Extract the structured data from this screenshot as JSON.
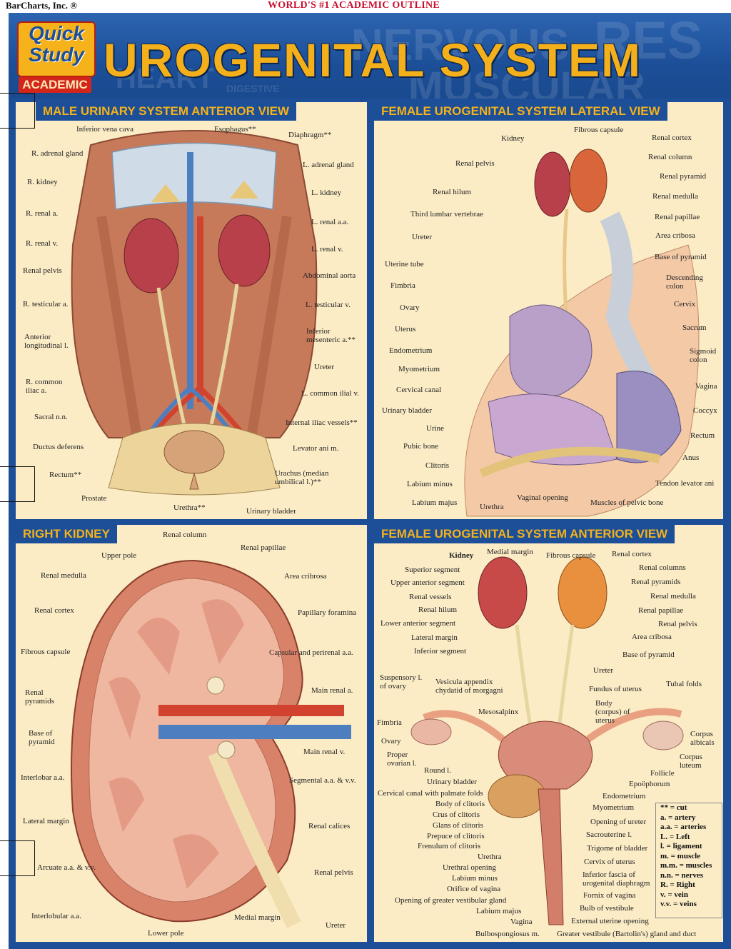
{
  "publisher": "BarCharts, Inc. ®",
  "tagline": "WORLD'S #1 ACADEMIC OUTLINE",
  "logo": {
    "line1": "Quick",
    "line2": "Study",
    "line3": "ACADEMIC"
  },
  "title": "UROGENITAL SYSTEM",
  "background_words": [
    "NERVOUS",
    "RES",
    "HEART",
    "MUSCULAR",
    "DIGESTIVE"
  ],
  "panels": {
    "male": {
      "title": "MALE URINARY SYSTEM ANTERIOR VIEW",
      "labels": [
        "Inferior vena cava",
        "Esophagus**",
        "Diaphragm**",
        "R. adrenal gland",
        "L. adrenal gland",
        "R. kidney",
        "L. kidney",
        "R. renal a.",
        "L. renal a.a.",
        "R. renal v.",
        "L. renal v.",
        "Renal pelvis",
        "Abdominal aorta",
        "R. testicular a.",
        "L. testicular v.",
        "Anterior",
        "longitudinal l.",
        "Inferior",
        "mesenteric a.**",
        "Ureter",
        "R. common",
        "iliac a.",
        "L. common ilial v.",
        "Sacral n.n.",
        "Internal iliac vessels**",
        "Ductus deferens",
        "Levator ani m.",
        "Rectum**",
        "Urachus (median",
        "umbilical l.)**",
        "Prostate",
        "Urethra**",
        "Urinary bladder"
      ]
    },
    "female_lateral": {
      "title": "FEMALE UROGENITAL SYSTEM LATERAL VIEW",
      "labels": [
        "Kidney",
        "Fibrous capsule",
        "Renal cortex",
        "Renal pelvis",
        "Renal column",
        "Renal pyramid",
        "Renal hilum",
        "Renal medulla",
        "Third lumbar vertebrae",
        "Renal papillae",
        "Area cribosa",
        "Ureter",
        "Base of pyramid",
        "Uterine tube",
        "Descending",
        "colon",
        "Fimbria",
        "Cervix",
        "Ovary",
        "Uterus",
        "Sacrum",
        "Endometrium",
        "Sigmoid",
        "colon",
        "Myometrium",
        "Cervical canal",
        "Vagina",
        "Urinary bladder",
        "Coccyx",
        "Urine",
        "Rectum",
        "Pubic bone",
        "Anus",
        "Clitoris",
        "Labium minus",
        "Tendon levator ani",
        "Vaginal opening",
        "Labium majus",
        "Muscles of pelvic bone",
        "Urethra"
      ]
    },
    "right_kidney": {
      "title": "RIGHT KIDNEY",
      "labels": [
        "Renal column",
        "Upper pole",
        "Renal papillae",
        "Renal medulla",
        "Area cribrosa",
        "Renal cortex",
        "Papillary foramina",
        "Fibrous capsule",
        "Capsular and perirenal a.a.",
        "Renal",
        "pyramids",
        "Main renal a.",
        "Base of",
        "pyramid",
        "Main renal v.",
        "Interlobar a.a.",
        "Segmental a.a. & v.v.",
        "Lateral margin",
        "Renal calices",
        "Arcuate a.a. & v.v.",
        "Renal pelvis",
        "Interlobular a.a.",
        "Medial margin",
        "Ureter",
        "Lower pole"
      ]
    },
    "female_anterior": {
      "title": "FEMALE UROGENITAL SYSTEM ANTERIOR VIEW",
      "labels": [
        "Kidney",
        "Medial margin",
        "Fibrous capsule",
        "Renal cortex",
        "Superior segment",
        "Renal columns",
        "Upper anterior segment",
        "Renal pyramids",
        "Renal vessels",
        "Renal medulla",
        "Renal hilum",
        "Renal papillae",
        "Lower anterior segment",
        "Renal pelvis",
        "Lateral margin",
        "Area cribosa",
        "Inferior segment",
        "Base of pyramid",
        "Ureter",
        "Suspensory l.",
        "of ovary",
        "Vesicula appendix",
        "chydatid of morgagni",
        "Fundus of uterus",
        "Tubal folds",
        "Body",
        "(corpus) of",
        "uterus",
        "Mesosalpinx",
        "Fimbria",
        "Corpus",
        "albicals",
        "Ovary",
        "Corpus",
        "luteum",
        "Proper",
        "ovarian l.",
        "Round l.",
        "Follicle",
        "Urinary bladder",
        "Epoöphorum",
        "Cervical canal with palmate folds",
        "Endometrium",
        "Body of clitoris",
        "Myometrium",
        "Crus of clitoris",
        "Opening of ureter",
        "Glans of clitoris",
        "Sacrouterine l.",
        "Prepuce of clitoris",
        "Trigome of bladder",
        "Frenulum of clitoris",
        "Cervix of uterus",
        "Urethra",
        "Urethral opening",
        "Inferior fascia of",
        "urogenital diaphragm",
        "Labium minus",
        "Orifice of vagina",
        "Fornix of vagina",
        "Opening of greater vestibular gland",
        "Bulb of vestibule",
        "Labium majus",
        "Vagina",
        "External uterine opening",
        "Bulbospongiosus m.",
        "Greater vestibule (Bartolin's) gland and duct"
      ]
    }
  },
  "legend": [
    "** = cut",
    "a. = artery",
    "a.a. = arteries",
    "L. = Left",
    "l. = ligament",
    "m. = muscle",
    "m.m. = muscles",
    "n.n. = nerves",
    "R. = Right",
    "v. = vein",
    "v.v. = veins"
  ],
  "colors": {
    "frame": "#1c4f98",
    "title": "#f4b01b",
    "panel_bg": "#fbecc6",
    "tagline": "#c8102e"
  }
}
